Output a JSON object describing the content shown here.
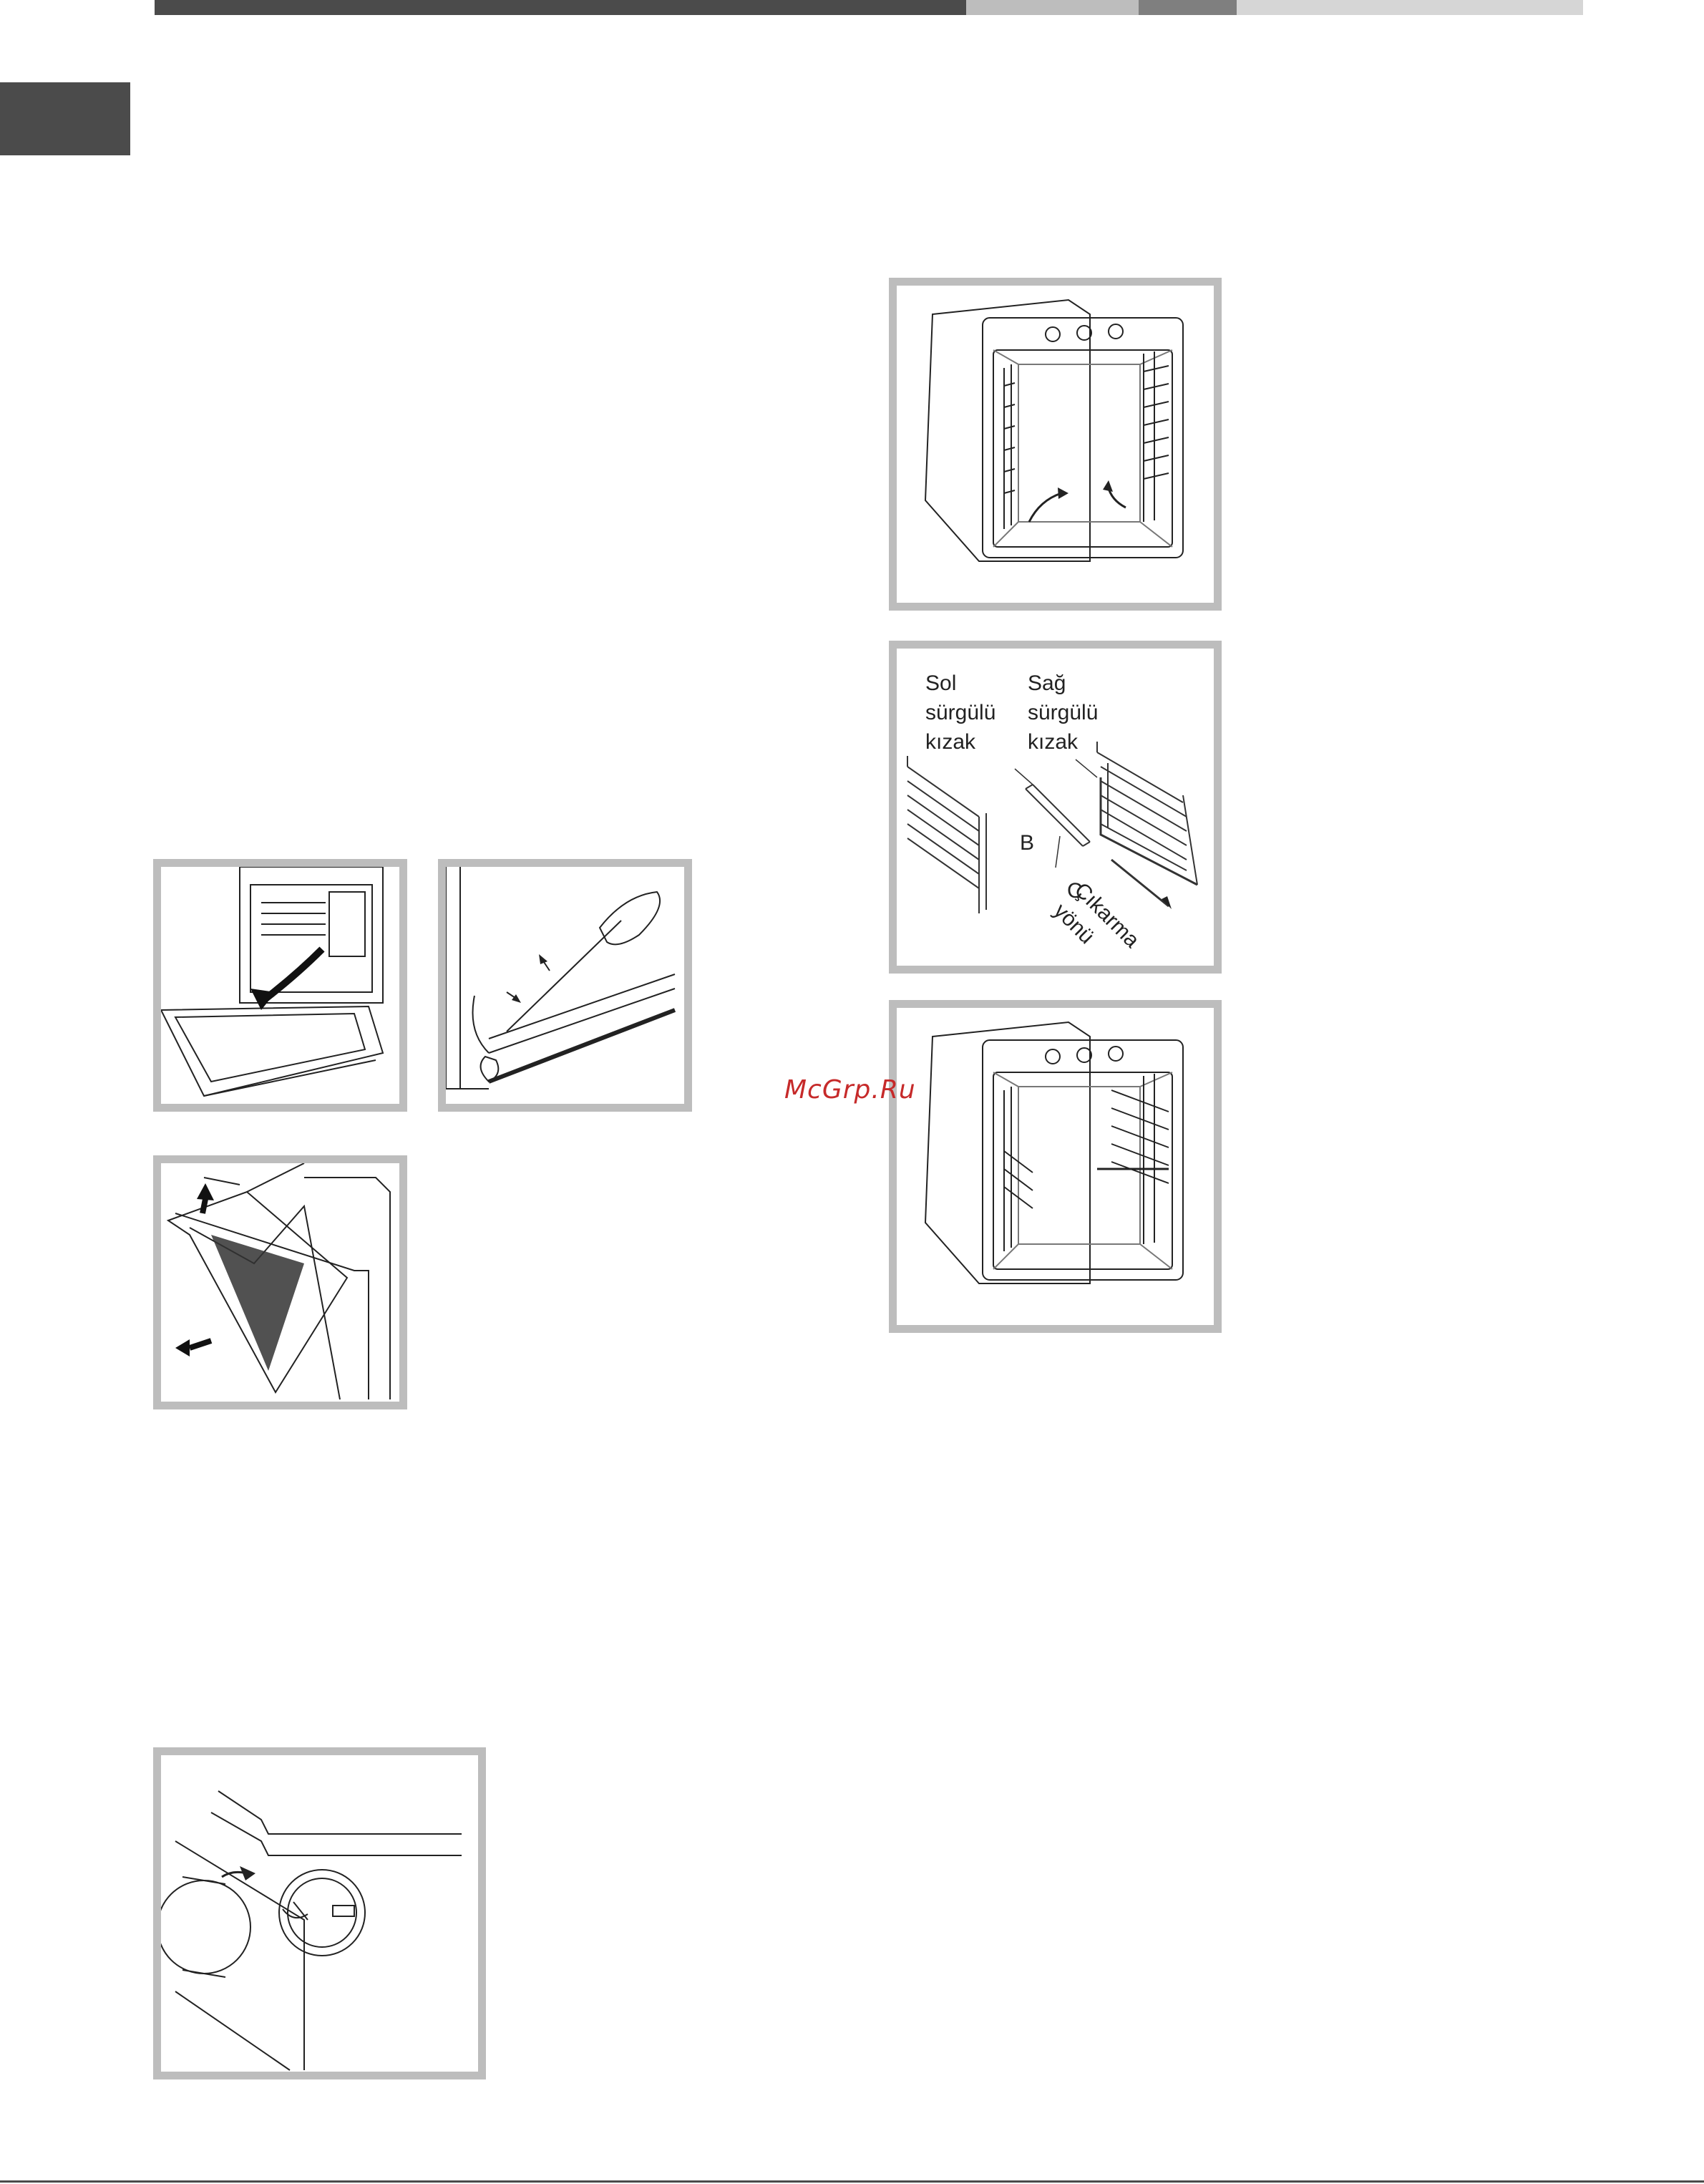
{
  "header": {
    "colors": [
      "#4b4b4b",
      "#bdbdbd",
      "#7f7f7f",
      "#d6d6d6"
    ]
  },
  "figures": {
    "rails": {
      "left_label": "Sol\nsürgülü\nkızak",
      "right_label": "Sağ\nsürgülü\nkızak",
      "label_b": "B",
      "label_c": "C",
      "direction_label": "Çıkarma\nyönü"
    }
  },
  "watermark": "McGrp.Ru"
}
